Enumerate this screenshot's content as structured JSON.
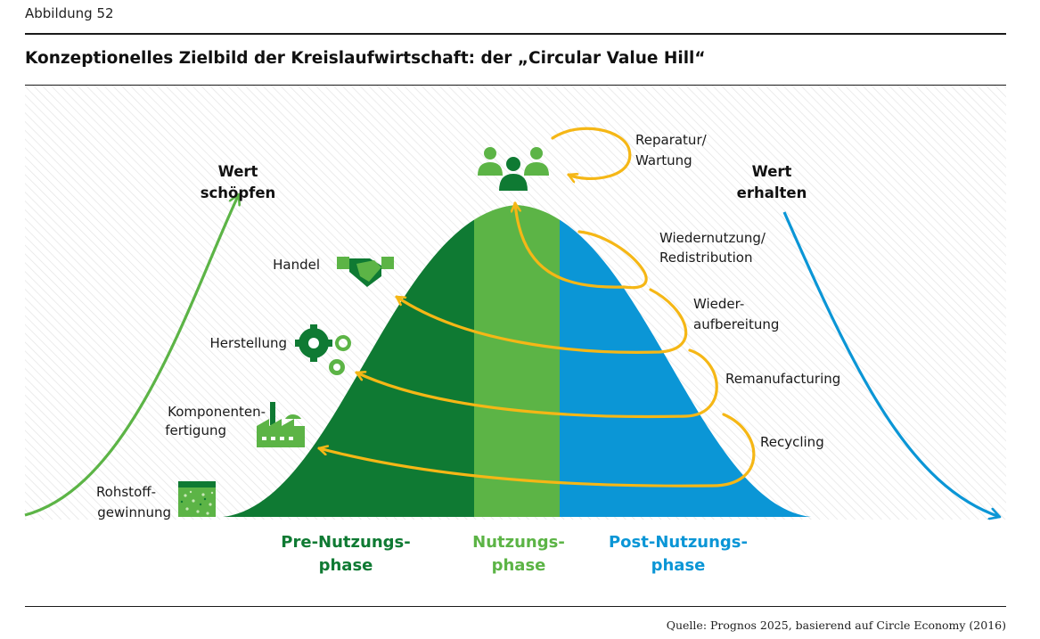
{
  "figure_label": "Abbildung 52",
  "title": "Konzeptionelles Zielbild der Kreislaufwirtschaft: der „Circular Value Hill“",
  "source": "Quelle: Prognos 2025, basierend auf Circle Economy (2016)",
  "left_axis": {
    "line1": "Wert",
    "line2": "schöpfen"
  },
  "right_axis": {
    "line1": "Wert",
    "line2": "erhalten"
  },
  "pre_use_steps": [
    {
      "lines": [
        "Handel"
      ],
      "icon": "handshake-icon"
    },
    {
      "lines": [
        "Herstellung"
      ],
      "icon": "gears-icon"
    },
    {
      "lines": [
        "Komponenten-",
        "fertigung"
      ],
      "icon": "factory-icon"
    },
    {
      "lines": [
        "Rohstoff-",
        "gewinnung"
      ],
      "icon": "soil-icon"
    }
  ],
  "loops": [
    {
      "lines": [
        "Reparatur/",
        "Wartung"
      ]
    },
    {
      "lines": [
        "Wiedernutzung/",
        "Redistribution"
      ]
    },
    {
      "lines": [
        "Wieder-",
        "aufbereitung"
      ]
    },
    {
      "lines": [
        "Remanufacturing"
      ]
    },
    {
      "lines": [
        "Recycling"
      ]
    }
  ],
  "users_icon": "users-icon",
  "phases": [
    {
      "line1": "Pre-Nutzungs-",
      "line2": "phase",
      "color": "#0f7a33"
    },
    {
      "line1": "Nutzungs-",
      "line2": "phase",
      "color": "#5cb446"
    },
    {
      "line1": "Post-Nutzungs-",
      "line2": "phase",
      "color": "#0b96d6"
    }
  ],
  "colors": {
    "pre": "#0f7a33",
    "use": "#5cb446",
    "post": "#0b96d6",
    "loop": "#f5b716",
    "left_arrow": "#5cb446",
    "right_arrow": "#0b96d6"
  }
}
